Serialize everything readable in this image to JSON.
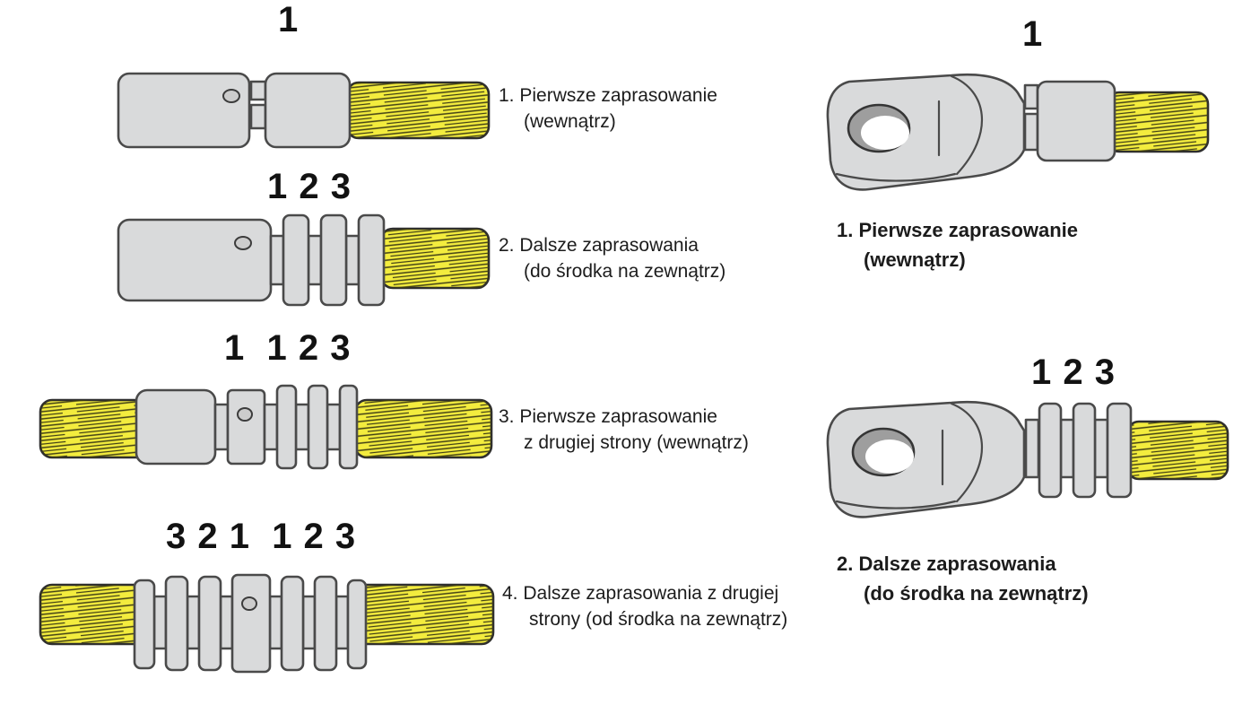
{
  "diagram": {
    "language": "pl",
    "left_column": {
      "connector_type": "butt-splice-connector",
      "steps": [
        {
          "sequence": "1",
          "caption": [
            "1. Pierwsze zaprasowanie",
            "(wewnątrz)"
          ]
        },
        {
          "sequence": "1 2 3",
          "caption": [
            "2. Dalsze zaprasowania",
            "(do środka na zewnątrz)"
          ]
        },
        {
          "sequence": "1  1 2 3",
          "caption": [
            "3. Pierwsze zaprasowanie",
            "z drugiej strony (wewnątrz)"
          ]
        },
        {
          "sequence": "3 2 1  1 2 3",
          "caption": [
            "4. Dalsze zaprasowania z drugiej",
            "strony (od środka na zewnątrz)"
          ]
        }
      ]
    },
    "right_column": {
      "connector_type": "ring-terminal-lug",
      "steps": [
        {
          "sequence": "1",
          "caption": [
            "1. Pierwsze zaprasowanie",
            "(wewnątrz)"
          ]
        },
        {
          "sequence": "1 2 3",
          "caption": [
            "2. Dalsze zaprasowania",
            "(do środka na zewnątrz)"
          ]
        }
      ]
    },
    "colors": {
      "background": "#ffffff",
      "metal": "#d9dadb",
      "metal_outline": "#4a4a4a",
      "cable_yellow": "#f3ec3e",
      "cable_strand": "#403e15",
      "text": "#1c1c1c"
    }
  }
}
